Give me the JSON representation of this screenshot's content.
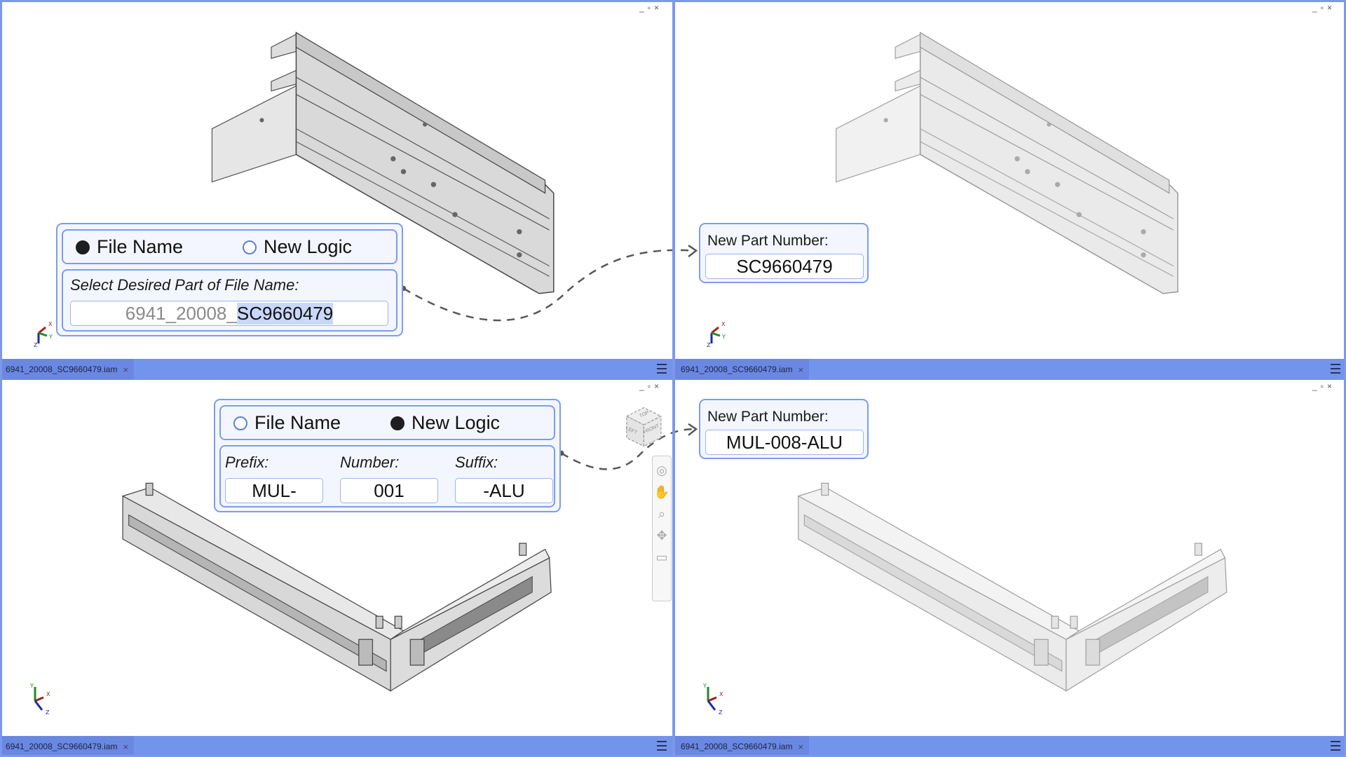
{
  "viewports": [
    {
      "id": "top-left",
      "tab": "6941_20008_SC9660479.iam"
    },
    {
      "id": "top-right",
      "tab": "6941_20008_SC9660479.iam"
    },
    {
      "id": "bottom-left",
      "tab": "6941_20008_SC9660479.iam"
    },
    {
      "id": "bottom-right",
      "tab": "6941_20008_SC9660479.iam"
    }
  ],
  "tab_close": "×",
  "window_controls": {
    "minimize": "_",
    "restore": "▫",
    "close": "×"
  },
  "panel1": {
    "option_file_name": "File Name",
    "option_new_logic": "New Logic",
    "selected": "File Name",
    "label": "Select Desired Part of File Name:",
    "file_prefix": "6941_20008_",
    "file_selected": "SC9660479"
  },
  "result1": {
    "label": "New Part Number:",
    "value": "SC9660479"
  },
  "panel2": {
    "option_file_name": "File Name",
    "option_new_logic": "New Logic",
    "selected": "New Logic",
    "prefix_label": "Prefix:",
    "prefix": "MUL-",
    "number_label": "Number:",
    "number": "001",
    "suffix_label": "Suffix:",
    "suffix": "-ALU"
  },
  "result2": {
    "label": "New Part Number:",
    "value": "MUL-008-ALU"
  },
  "axes": {
    "x": "X",
    "y": "Y",
    "z": "Z"
  },
  "viewcube": {
    "top": "TOP",
    "left": "LEFT",
    "front": "FRONT"
  },
  "colors": {
    "accent": "#7394ec",
    "panel_bg": "#f4f6ff",
    "selection": "#c9d7fb"
  }
}
